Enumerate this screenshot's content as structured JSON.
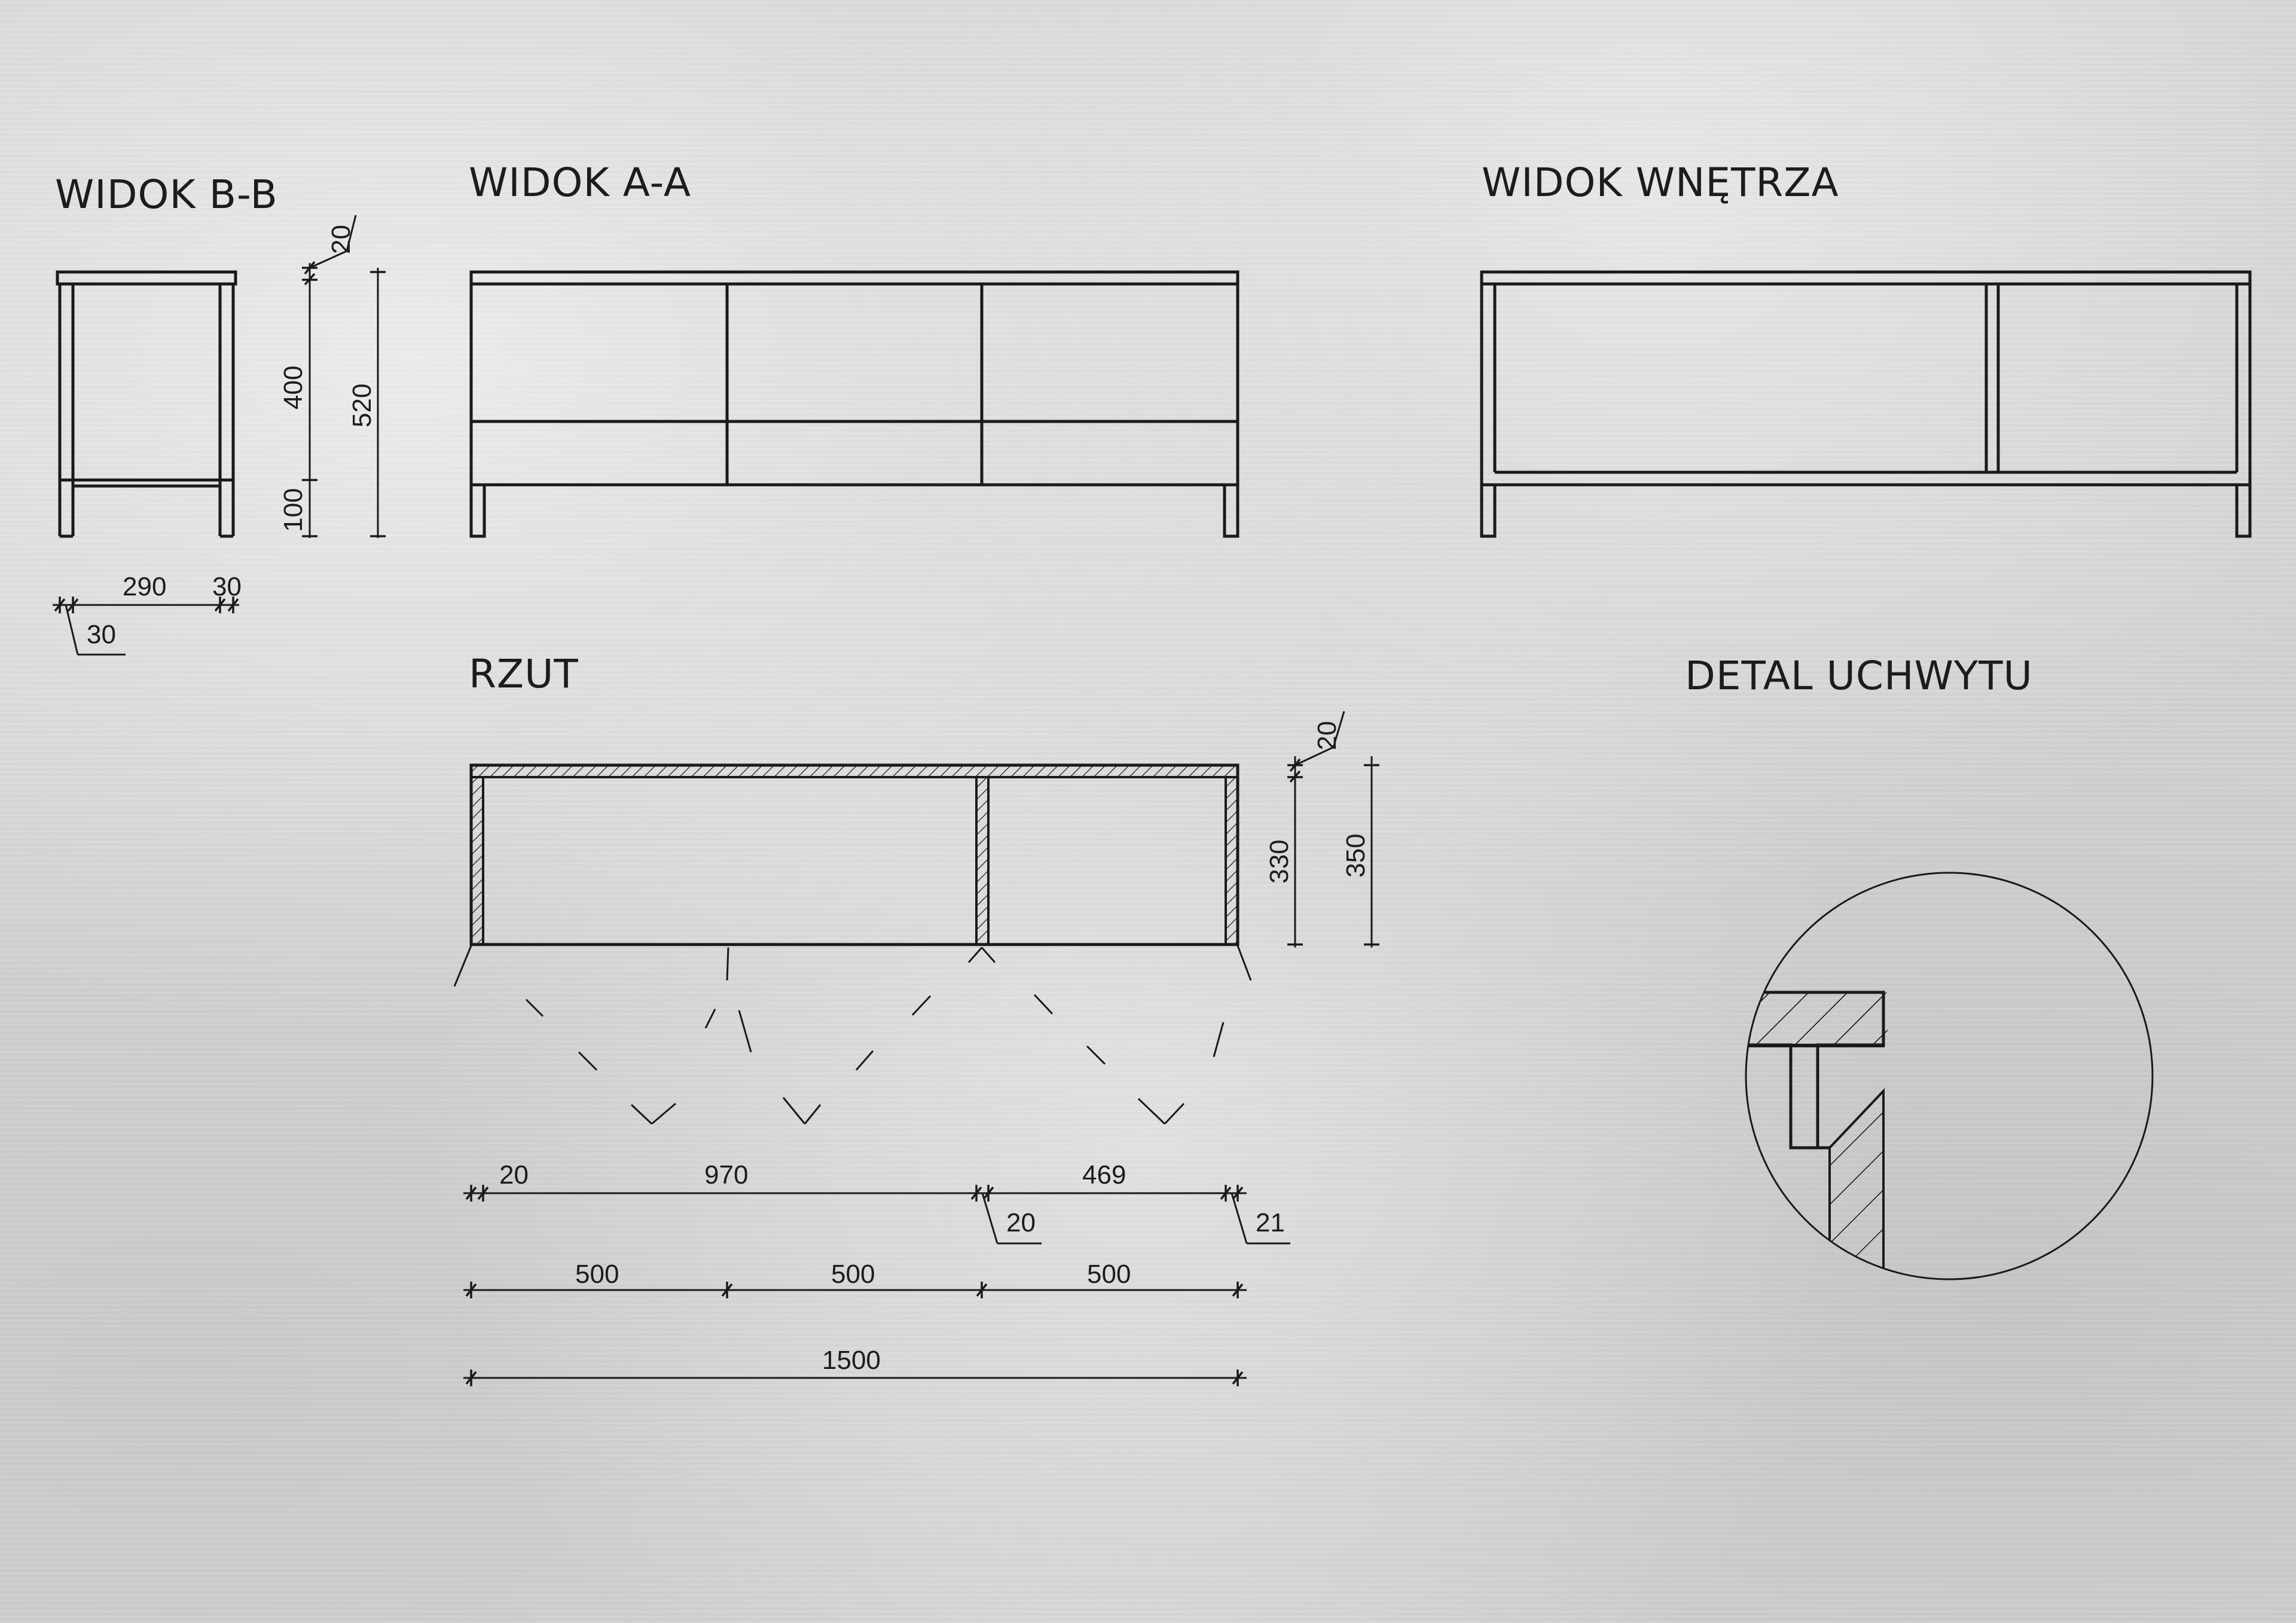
{
  "views": {
    "view_b": {
      "title": "WIDOK B-B"
    },
    "view_a": {
      "title": "WIDOK A-A"
    },
    "view_interior": {
      "title": "WIDOK WNĘTRZA"
    },
    "plan": {
      "title": "RZUT"
    },
    "detail": {
      "title": "DETAL UCHWYTU"
    }
  },
  "dimensions": {
    "side": {
      "top_thickness": "20",
      "body_height": "400",
      "leg_height": "100",
      "total_height": "520",
      "inner_depth": "290",
      "side_right": "30",
      "side_left": "30"
    },
    "plan": {
      "back_thickness": "20",
      "inner_depth": "330",
      "total_depth": "350",
      "segment_left_wall": "20",
      "segment_left": "970",
      "segment_mid_wall": "20",
      "segment_right": "469",
      "segment_right_wall": "21",
      "module_1": "500",
      "module_2": "500",
      "module_3": "500",
      "overall": "1500"
    }
  }
}
